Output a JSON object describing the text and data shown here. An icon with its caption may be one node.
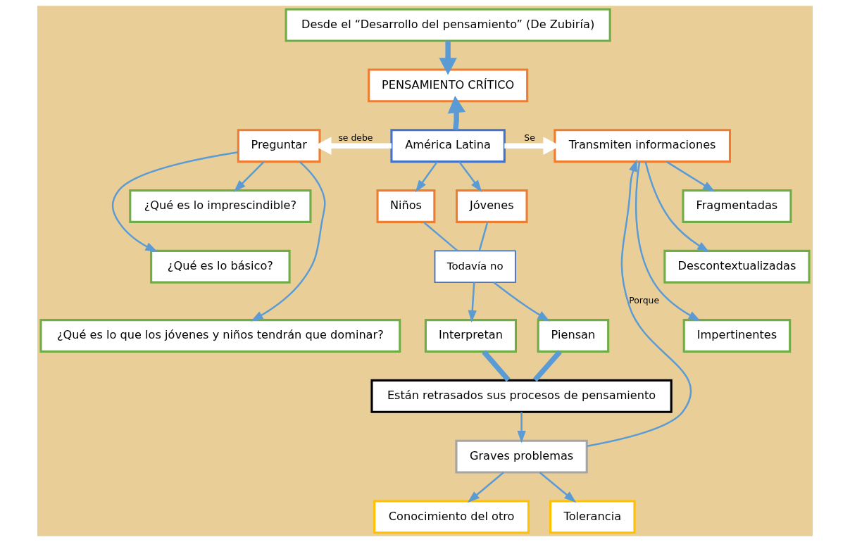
{
  "diagram": {
    "nodes": [
      {
        "text": [
          "Desde el “Desarrollo del pensamiento” (De Zubiría)"
        ]
      },
      {
        "text": [
          "PENSAMIENTO CRÍTICO"
        ]
      },
      {
        "text": [
          "¿Qué es lo imprescindible?"
        ]
      },
      {
        "text": [
          "América Latina"
        ]
      },
      {
        "text": [
          "Fragmentadas"
        ]
      },
      {
        "text": [
          "¿Qué es lo básico?"
        ]
      },
      {
        "text": [
          "Preguntar"
        ]
      },
      {
        "text": [
          "Transmiten informaciones"
        ]
      },
      {
        "text": [
          "Descontextualizadas"
        ]
      },
      {
        "text": [
          "¿Qué es lo que los jóvenes y niños tendrán que dominar?"
        ]
      },
      {
        "text": [
          "Impertinentes"
        ]
      },
      {
        "text": [
          "Niños"
        ]
      },
      {
        "text": [
          "Jóvenes"
        ]
      },
      {
        "text": [
          "Todavía no"
        ]
      },
      {
        "text": [
          "Interpretan"
        ]
      },
      {
        "text": [
          "Piensan"
        ]
      },
      {
        "text": [
          "Están retrasados sus procesos de pensamiento"
        ]
      },
      {
        "text": [
          "Graves problemas"
        ]
      },
      {
        "text": [
          "Conocimiento del otro"
        ]
      },
      {
        "text": [
          "Tolerancia"
        ]
      }
    ],
    "edges": [
      {
        "from": 0,
        "to": 1,
        "arrow": "to",
        "style": "thick"
      },
      {
        "from": 3,
        "to": 1,
        "arrow": "to",
        "style": "thick"
      },
      {
        "from": 3,
        "to": 6,
        "arrow": "to",
        "label": "se debe",
        "style": "thick",
        "color": "#ffffff"
      },
      {
        "from": 3,
        "to": 7,
        "arrow": "to",
        "label": "Se",
        "style": "thick",
        "color": "#ffffff"
      },
      {
        "from": 6,
        "to": 2,
        "arrow": "to"
      },
      {
        "from": 6,
        "to": 5,
        "arrow": "to"
      },
      {
        "from": 6,
        "to": 9,
        "arrow": "to"
      },
      {
        "from": 7,
        "to": 4,
        "arrow": "to"
      },
      {
        "from": 7,
        "to": 8,
        "arrow": "to"
      },
      {
        "from": 7,
        "to": 10,
        "arrow": "to"
      },
      {
        "from": 3,
        "to": 11,
        "arrow": "to"
      },
      {
        "from": 3,
        "to": 12,
        "arrow": "to"
      },
      {
        "from": 11,
        "to": 13,
        "arrow": "none"
      },
      {
        "from": 12,
        "to": 13,
        "arrow": "none"
      },
      {
        "from": 13,
        "to": 14,
        "arrow": "to"
      },
      {
        "from": 13,
        "to": 15,
        "arrow": "to"
      },
      {
        "from": 14,
        "to": 16,
        "arrow": "none",
        "style": "thick"
      },
      {
        "from": 15,
        "to": 16,
        "arrow": "none",
        "style": "thick"
      },
      {
        "from": 16,
        "to": 17,
        "arrow": "to"
      },
      {
        "from": 17,
        "to": 7,
        "arrow": "to",
        "label": "Porque"
      },
      {
        "from": 17,
        "to": 18,
        "arrow": "to"
      },
      {
        "from": 17,
        "to": 19,
        "arrow": "to"
      }
    ]
  }
}
